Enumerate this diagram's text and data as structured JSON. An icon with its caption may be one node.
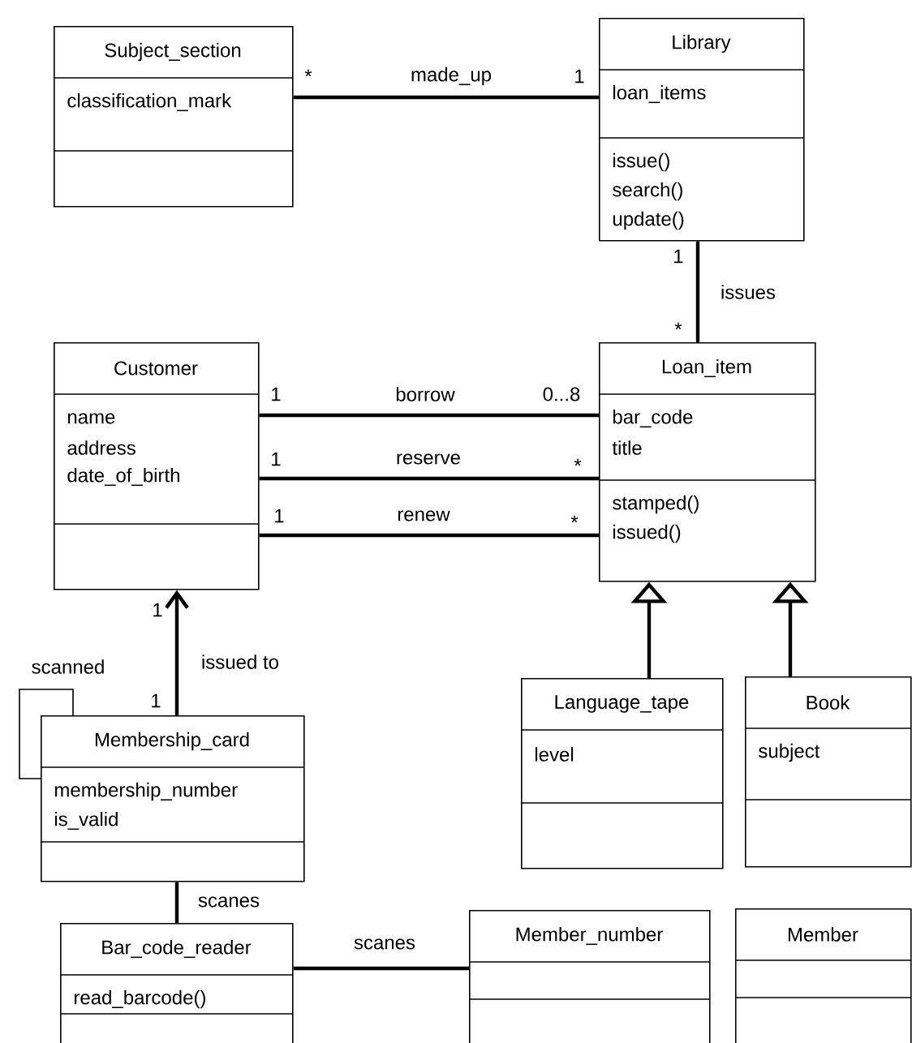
{
  "diagram": {
    "nodes": [
      {
        "text": [
          "Subject_section",
          "classification_mark"
        ]
      },
      {
        "text": [
          "Library",
          "loan_items",
          "issue()",
          "search()",
          "update()"
        ]
      },
      {
        "text": [
          "Customer",
          "name",
          "address",
          "date_of_birth"
        ]
      },
      {
        "text": [
          "Loan_item",
          "bar_code",
          "title",
          "stamped()",
          "issued()"
        ]
      },
      {
        "text": [
          "Language_tape",
          "level"
        ]
      },
      {
        "text": [
          "Book",
          "subject"
        ]
      },
      {
        "text": [
          "Membership_card",
          "membership_number",
          "is_valid"
        ]
      },
      {
        "text": [
          "Bar_code_reader",
          "read_barcode()"
        ]
      },
      {
        "text": [
          "Member_number"
        ]
      },
      {
        "text": [
          "Member"
        ]
      }
    ],
    "edges": [
      {
        "from": 0,
        "to": 1,
        "arrow": "none",
        "label": "made_up"
      },
      {
        "from": 1,
        "to": 3,
        "arrow": "none",
        "label": "issues"
      },
      {
        "from": 2,
        "to": 3,
        "arrow": "none",
        "label": "borrow"
      },
      {
        "from": 2,
        "to": 3,
        "arrow": "none",
        "label": "reserve"
      },
      {
        "from": 2,
        "to": 3,
        "arrow": "none",
        "label": "renew"
      },
      {
        "from": 6,
        "to": 2,
        "arrow": "to",
        "label": "issued to"
      },
      {
        "from": 6,
        "to": 6,
        "arrow": "none",
        "label": "scanned"
      },
      {
        "from": 4,
        "to": 3,
        "arrow": "to"
      },
      {
        "from": 5,
        "to": 3,
        "arrow": "to"
      },
      {
        "from": 6,
        "to": 7,
        "arrow": "none",
        "label": "scanes"
      },
      {
        "from": 7,
        "to": 8,
        "arrow": "none",
        "label": "scanes"
      }
    ],
    "labels": [
      "*",
      "1",
      "1",
      "*",
      "1",
      "0...8",
      "1",
      "*",
      "1",
      "*",
      "1",
      "1"
    ]
  }
}
